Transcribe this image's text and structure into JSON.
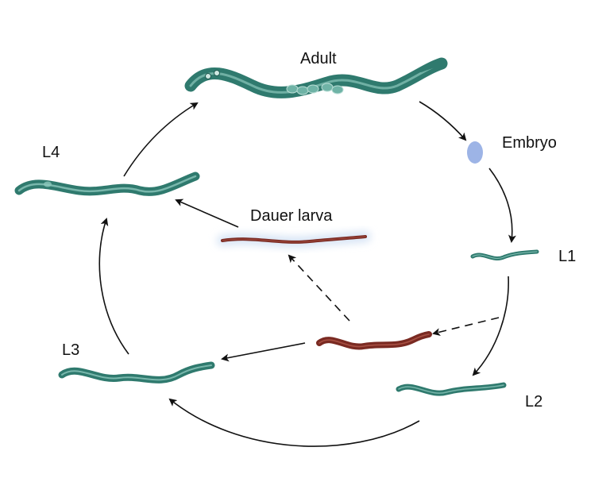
{
  "colors": {
    "worm_body": "#2f7a6e",
    "worm_body_light": "#5ea99b",
    "worm_stripe": "#8cc7bb",
    "dauer_body": "#7a2a22",
    "dauer_stripe": "#b45a4c",
    "dauer_glow": "#d7e4f5",
    "embryo": "#9db4e6",
    "arrow": "#111111",
    "text": "#111111"
  },
  "stages": {
    "adult": "Adult",
    "embryo": "Embryo",
    "l1": "L1",
    "l2": "L2",
    "l3": "L3",
    "l4": "L4",
    "dauer": "Dauer larva"
  },
  "icons": {
    "adult": "adult-worm-icon",
    "embryo": "embryo-icon",
    "l1": "l1-worm-icon",
    "l2": "l2-worm-icon",
    "l3": "l3-worm-icon",
    "l4": "l4-worm-icon",
    "dauer": "dauer-worm-icon",
    "predauer": "predauer-worm-icon"
  }
}
